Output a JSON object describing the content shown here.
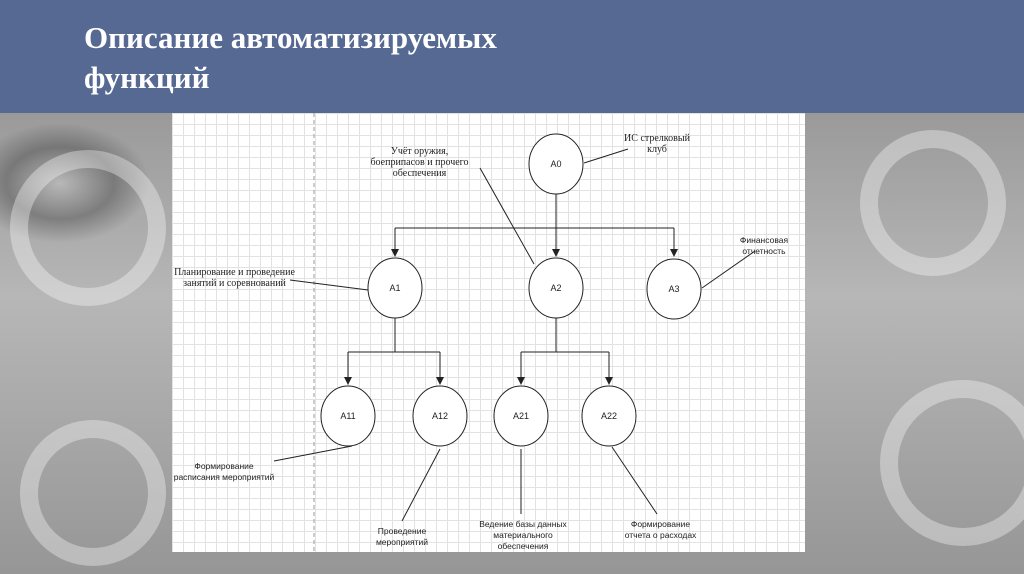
{
  "slide": {
    "title": "Описание автоматизируемых\nфункций"
  },
  "diagram": {
    "nodes": {
      "a0": "A0",
      "a1": "A1",
      "a2": "A2",
      "a3": "A3",
      "a11": "A11",
      "a12": "A12",
      "a21": "A21",
      "a22": "A22"
    },
    "annotations": {
      "a0": "ИС стрелковый\nклуб",
      "a2": "Учёт оружия,\nбоеприпасов и прочего\nобеспечения",
      "a1": "Планирование и проведение\nзанятий и соревнований",
      "a3": "Финансовая\nотчетность",
      "a11": "Формирование\nрасписания мероприятий",
      "a12": "Проведение\nмероприятий",
      "a21": "Ведение базы данных\nматериального обеспечения",
      "a22": "Формирование\nотчета о расходах"
    }
  }
}
